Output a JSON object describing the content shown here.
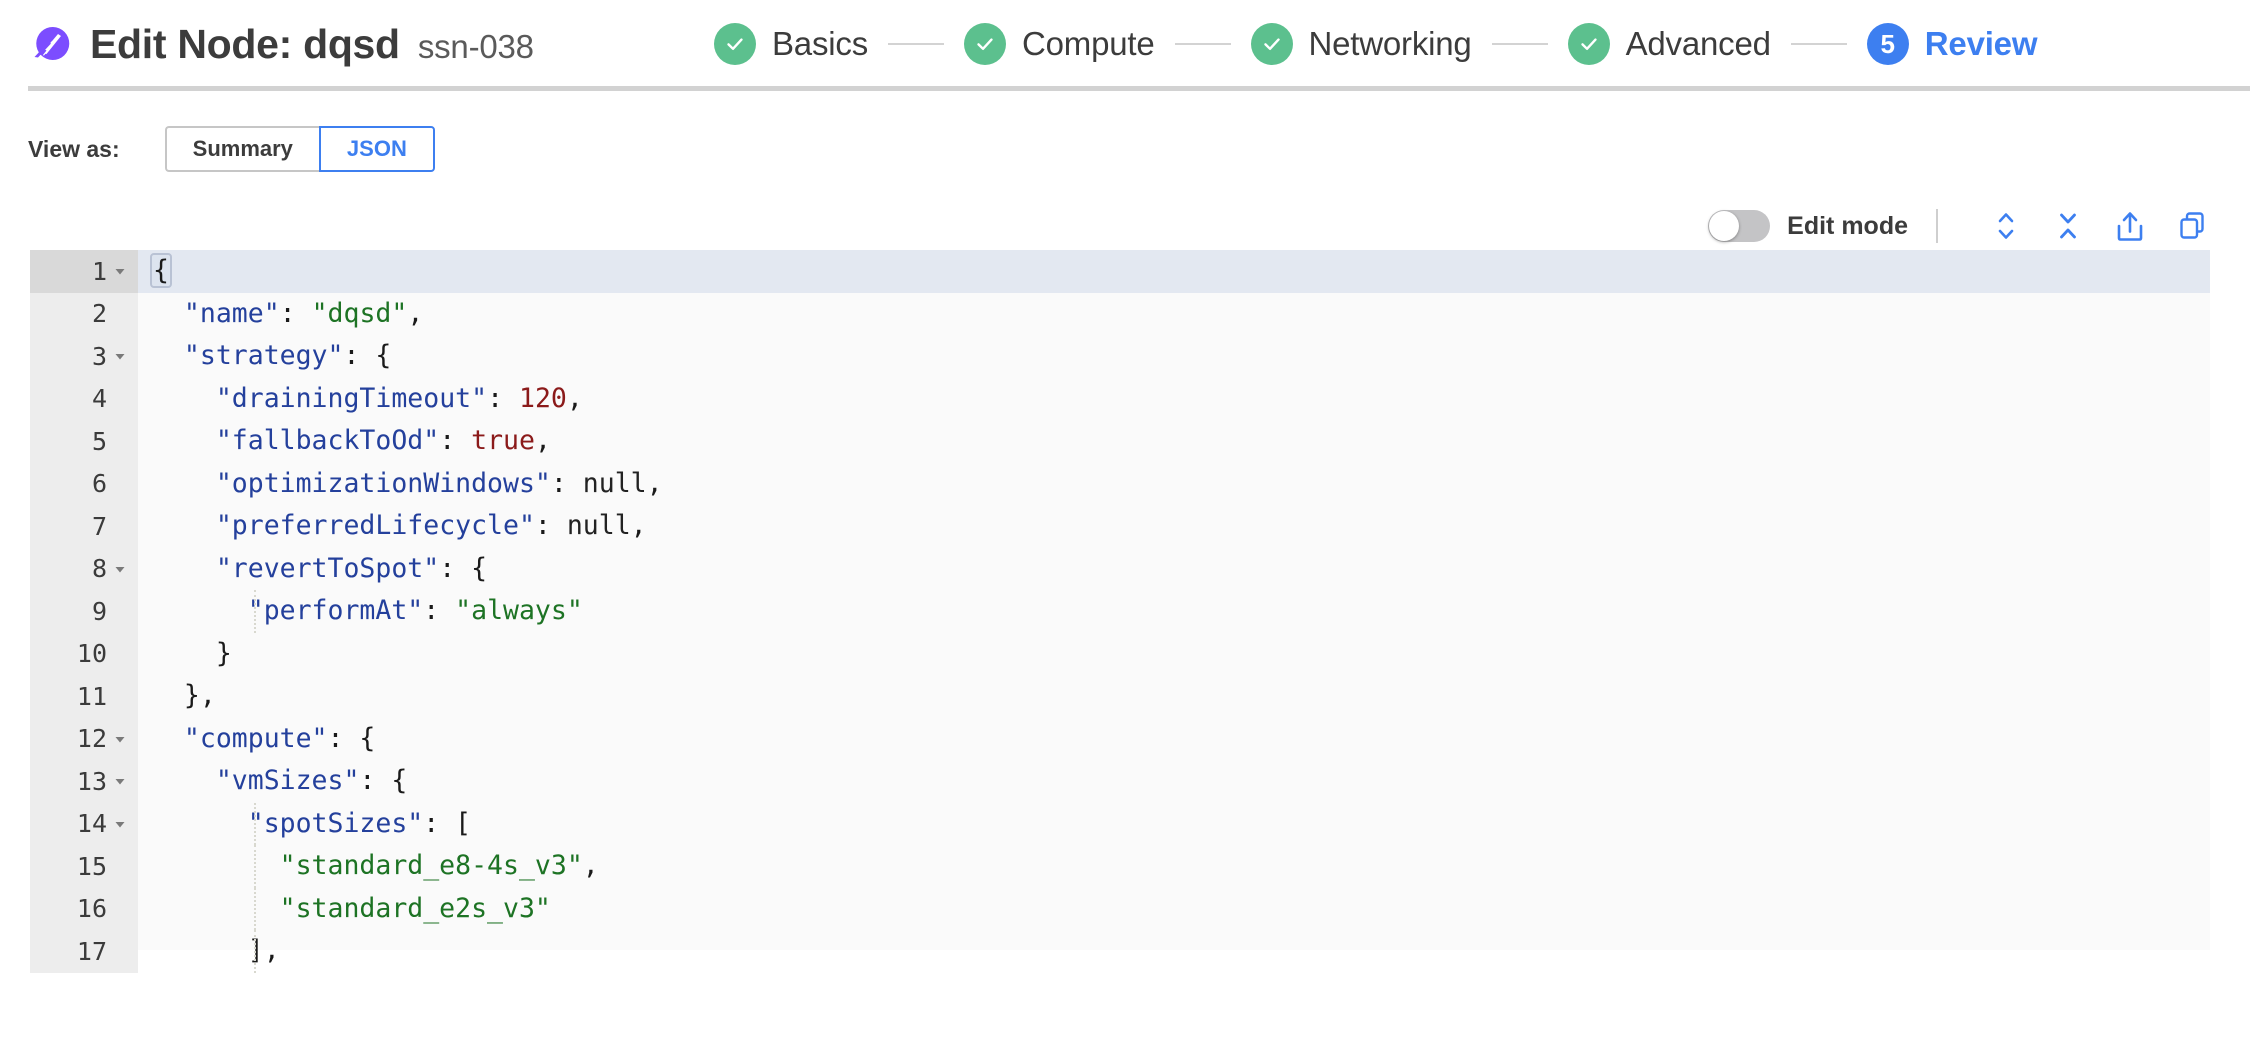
{
  "header": {
    "logo_icon": "spot-logo-icon",
    "title": "Edit Node: dqsd",
    "node_id": "ssn-038",
    "brand_color": "#7c4dff",
    "divider_color": "#d2d2d2"
  },
  "stepper": {
    "done_color": "#5cc08e",
    "current_color": "#3d7ff0",
    "connector_color": "#d3d3d3",
    "steps": [
      {
        "label": "Basics",
        "state": "done",
        "marker": "check"
      },
      {
        "label": "Compute",
        "state": "done",
        "marker": "check"
      },
      {
        "label": "Networking",
        "state": "done",
        "marker": "check"
      },
      {
        "label": "Advanced",
        "state": "done",
        "marker": "check"
      },
      {
        "label": "Review",
        "state": "current",
        "marker": "5"
      }
    ]
  },
  "view_as": {
    "label": "View as:",
    "options": [
      {
        "label": "Summary",
        "active": false
      },
      {
        "label": "JSON",
        "active": true
      }
    ],
    "active_color": "#3d7ff0"
  },
  "editor_toolbar": {
    "edit_mode_label": "Edit mode",
    "edit_mode_on": false,
    "icons": [
      {
        "name": "expand-all-icon",
        "title": "Expand all"
      },
      {
        "name": "collapse-all-icon",
        "title": "Collapse all"
      },
      {
        "name": "export-icon",
        "title": "Export"
      },
      {
        "name": "copy-icon",
        "title": "Copy"
      }
    ],
    "icon_color": "#3d7ff0"
  },
  "json_editor": {
    "active_line": 1,
    "background": "#fafafa",
    "gutter_background": "#ededed",
    "active_line_background": "#e3e8f1",
    "syntax_colors": {
      "key": "#24409c",
      "string": "#1d7324",
      "number": "#8b1a1a",
      "boolean": "#8b1a1a",
      "null": "#222222",
      "punctuation": "#1a1a1a"
    },
    "lines": [
      {
        "n": 1,
        "fold": true,
        "indent": 0,
        "guides": 0,
        "tokens": [
          {
            "t": "bracket",
            "v": "{"
          }
        ]
      },
      {
        "n": 2,
        "fold": false,
        "indent": 1,
        "guides": 0,
        "tokens": [
          {
            "t": "key",
            "v": "\"name\""
          },
          {
            "t": "punc",
            "v": ": "
          },
          {
            "t": "str",
            "v": "\"dqsd\""
          },
          {
            "t": "punc",
            "v": ","
          }
        ]
      },
      {
        "n": 3,
        "fold": true,
        "indent": 1,
        "guides": 0,
        "tokens": [
          {
            "t": "key",
            "v": "\"strategy\""
          },
          {
            "t": "punc",
            "v": ": {"
          }
        ]
      },
      {
        "n": 4,
        "fold": false,
        "indent": 2,
        "guides": 0,
        "tokens": [
          {
            "t": "key",
            "v": "\"drainingTimeout\""
          },
          {
            "t": "punc",
            "v": ": "
          },
          {
            "t": "num",
            "v": "120"
          },
          {
            "t": "punc",
            "v": ","
          }
        ]
      },
      {
        "n": 5,
        "fold": false,
        "indent": 2,
        "guides": 0,
        "tokens": [
          {
            "t": "key",
            "v": "\"fallbackToOd\""
          },
          {
            "t": "punc",
            "v": ": "
          },
          {
            "t": "bool",
            "v": "true"
          },
          {
            "t": "punc",
            "v": ","
          }
        ]
      },
      {
        "n": 6,
        "fold": false,
        "indent": 2,
        "guides": 0,
        "tokens": [
          {
            "t": "key",
            "v": "\"optimizationWindows\""
          },
          {
            "t": "punc",
            "v": ": "
          },
          {
            "t": "null",
            "v": "null"
          },
          {
            "t": "punc",
            "v": ","
          }
        ]
      },
      {
        "n": 7,
        "fold": false,
        "indent": 2,
        "guides": 0,
        "tokens": [
          {
            "t": "key",
            "v": "\"preferredLifecycle\""
          },
          {
            "t": "punc",
            "v": ": "
          },
          {
            "t": "null",
            "v": "null"
          },
          {
            "t": "punc",
            "v": ","
          }
        ]
      },
      {
        "n": 8,
        "fold": true,
        "indent": 2,
        "guides": 0,
        "tokens": [
          {
            "t": "key",
            "v": "\"revertToSpot\""
          },
          {
            "t": "punc",
            "v": ": {"
          }
        ]
      },
      {
        "n": 9,
        "fold": false,
        "indent": 3,
        "guides": 1,
        "tokens": [
          {
            "t": "key",
            "v": "\"performAt\""
          },
          {
            "t": "punc",
            "v": ": "
          },
          {
            "t": "str",
            "v": "\"always\""
          }
        ]
      },
      {
        "n": 10,
        "fold": false,
        "indent": 2,
        "guides": 0,
        "tokens": [
          {
            "t": "punc",
            "v": "}"
          }
        ]
      },
      {
        "n": 11,
        "fold": false,
        "indent": 1,
        "guides": 0,
        "tokens": [
          {
            "t": "punc",
            "v": "},"
          }
        ]
      },
      {
        "n": 12,
        "fold": true,
        "indent": 1,
        "guides": 0,
        "tokens": [
          {
            "t": "key",
            "v": "\"compute\""
          },
          {
            "t": "punc",
            "v": ": {"
          }
        ]
      },
      {
        "n": 13,
        "fold": true,
        "indent": 2,
        "guides": 0,
        "tokens": [
          {
            "t": "key",
            "v": "\"vmSizes\""
          },
          {
            "t": "punc",
            "v": ": {"
          }
        ]
      },
      {
        "n": 14,
        "fold": true,
        "indent": 3,
        "guides": 1,
        "tokens": [
          {
            "t": "key",
            "v": "\"spotSizes\""
          },
          {
            "t": "punc",
            "v": ": ["
          }
        ]
      },
      {
        "n": 15,
        "fold": false,
        "indent": 4,
        "guides": 1,
        "tokens": [
          {
            "t": "str",
            "v": "\"standard_e8-4s_v3\""
          },
          {
            "t": "punc",
            "v": ","
          }
        ]
      },
      {
        "n": 16,
        "fold": false,
        "indent": 4,
        "guides": 1,
        "tokens": [
          {
            "t": "str",
            "v": "\"standard_e2s_v3\""
          }
        ]
      },
      {
        "n": 17,
        "fold": false,
        "indent": 3,
        "guides": 1,
        "tokens": [
          {
            "t": "punc",
            "v": "],"
          }
        ]
      }
    ]
  }
}
